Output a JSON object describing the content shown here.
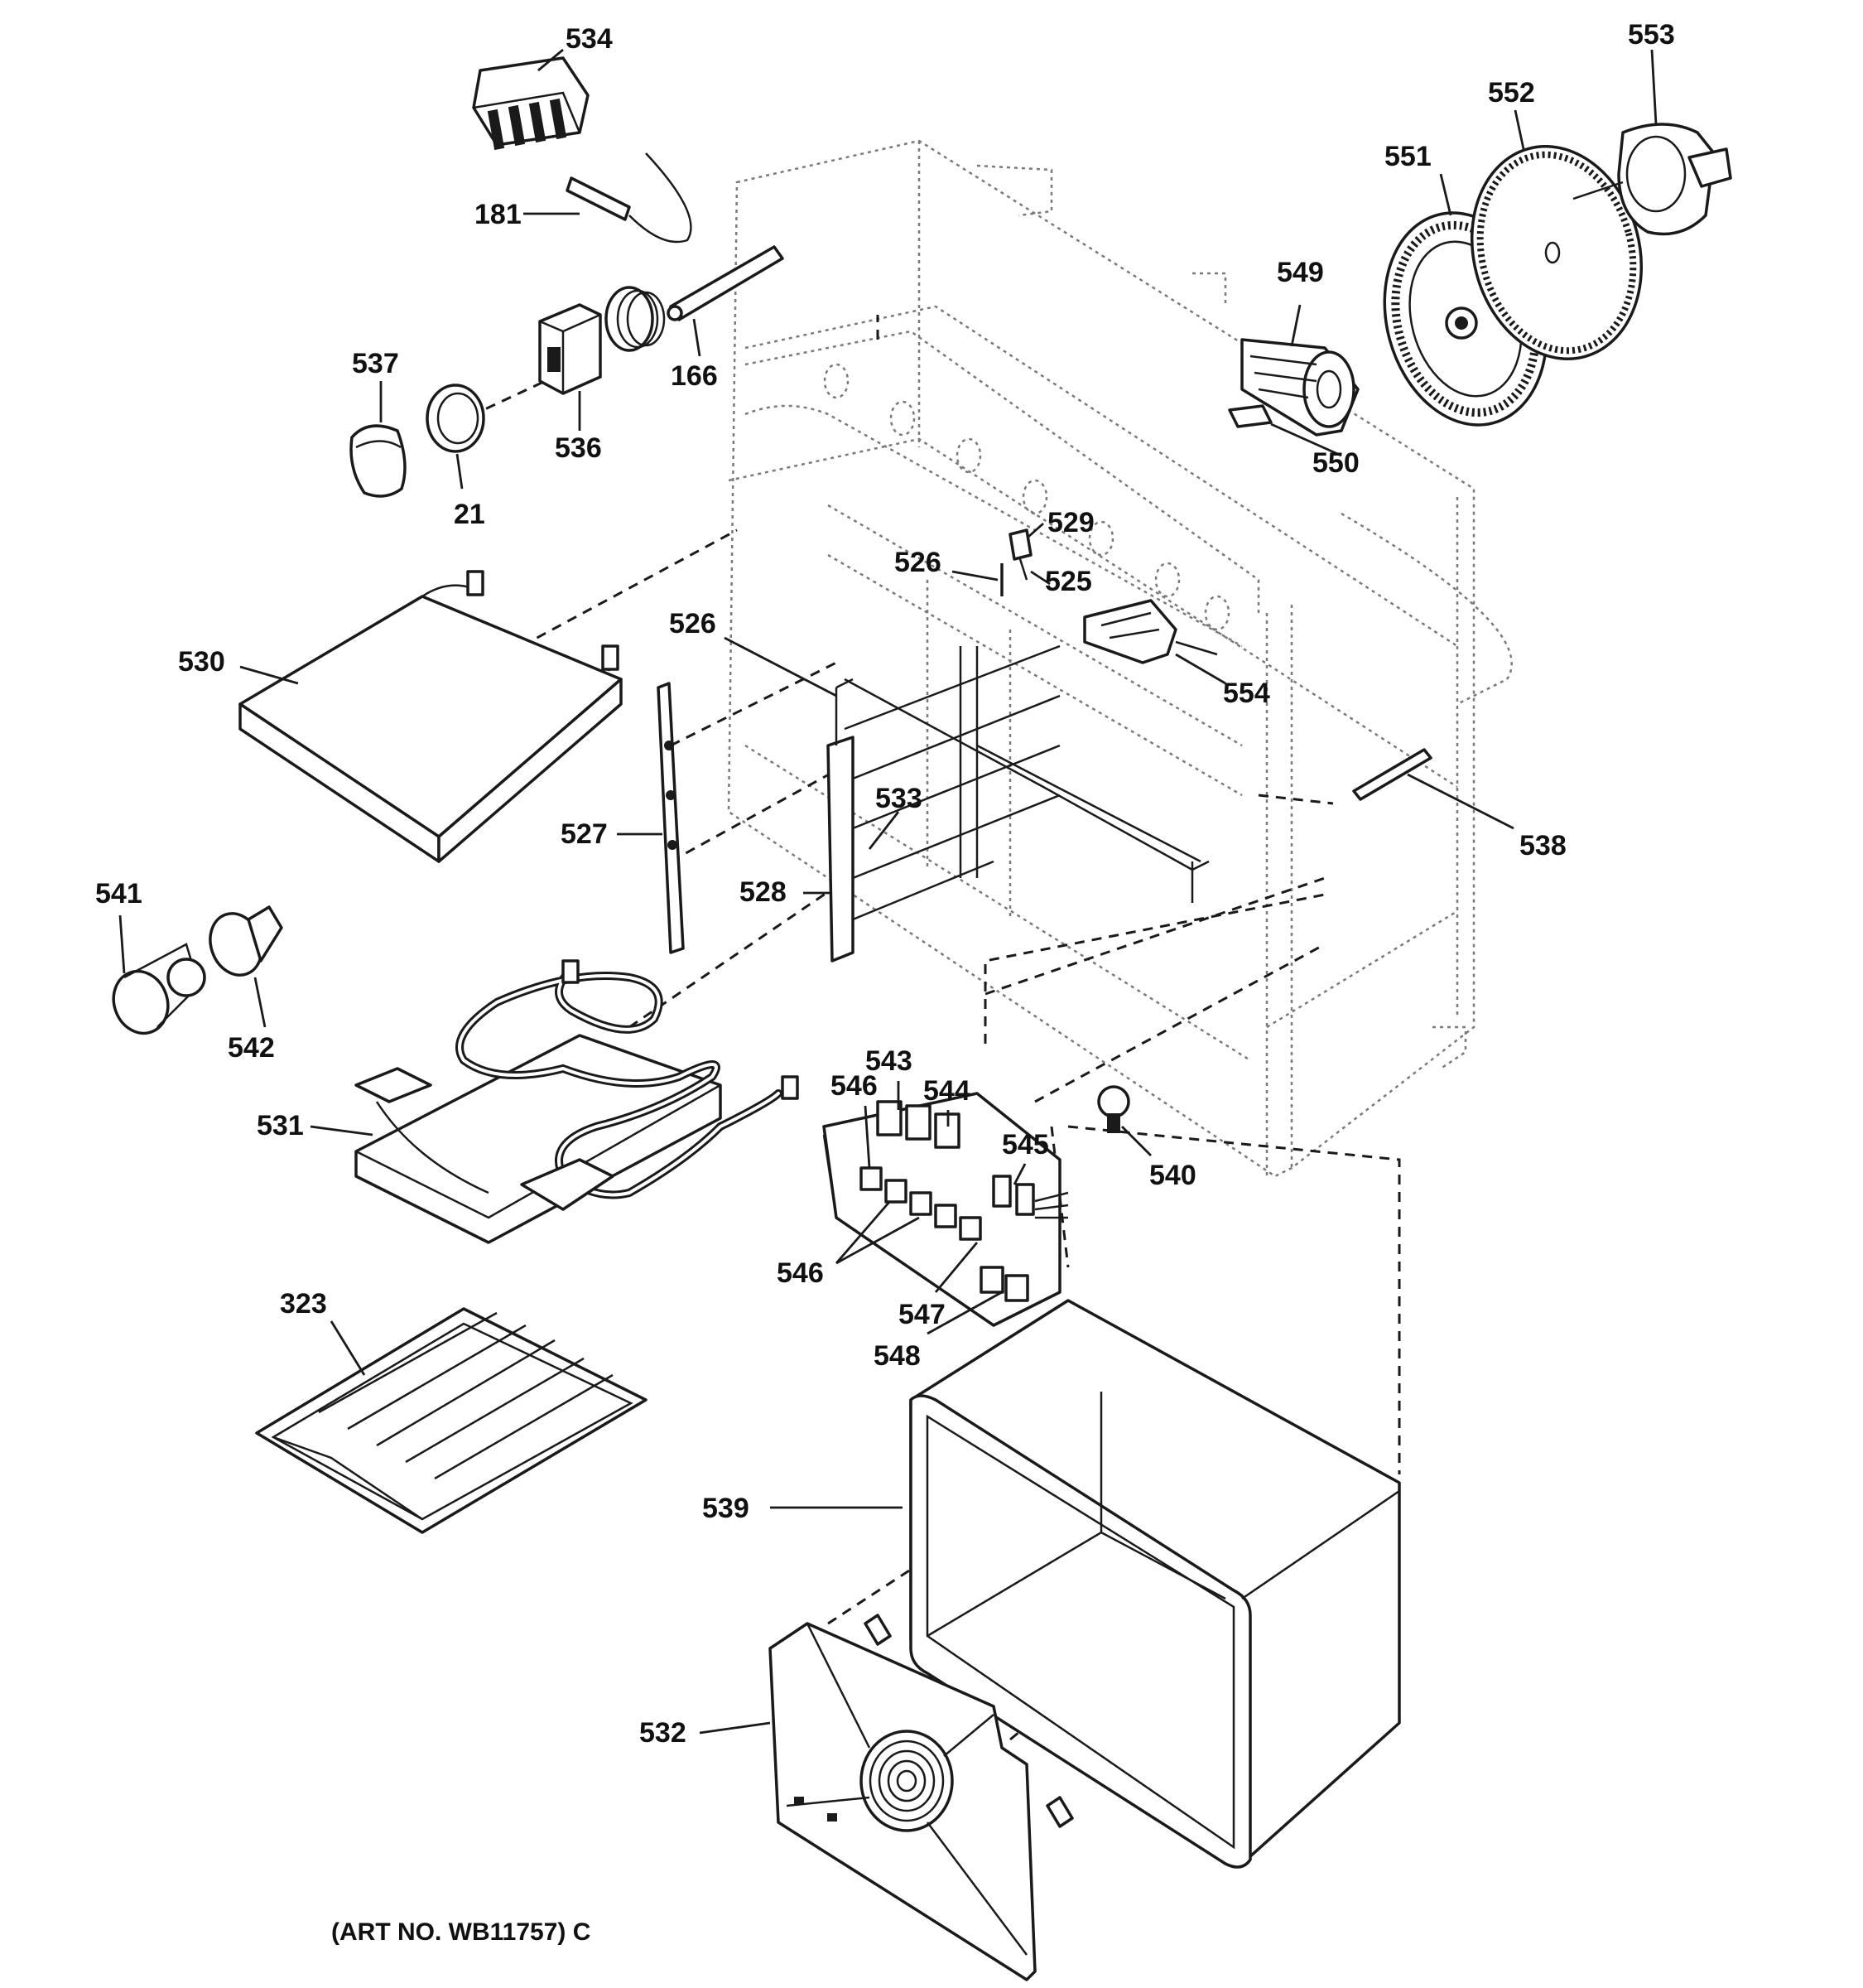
{
  "labels": {
    "l534": "534",
    "l181": "181",
    "l537": "537",
    "l21": "21",
    "l536": "536",
    "l166": "166",
    "l549": "549",
    "l550": "550",
    "l551": "551",
    "l552": "552",
    "l553": "553",
    "l529": "529",
    "l526a": "526",
    "l525": "525",
    "l526b": "526",
    "l554": "554",
    "l530": "530",
    "l527": "527",
    "l533": "533",
    "l528": "528",
    "l538": "538",
    "l541": "541",
    "l542": "542",
    "l531": "531",
    "l543": "543",
    "l546a": "546",
    "l544": "544",
    "l545": "545",
    "l540": "540",
    "l546b": "546",
    "l547": "547",
    "l548": "548",
    "l323": "323",
    "l539": "539",
    "l532": "532"
  },
  "caption": "(ART NO. WB11757) C"
}
